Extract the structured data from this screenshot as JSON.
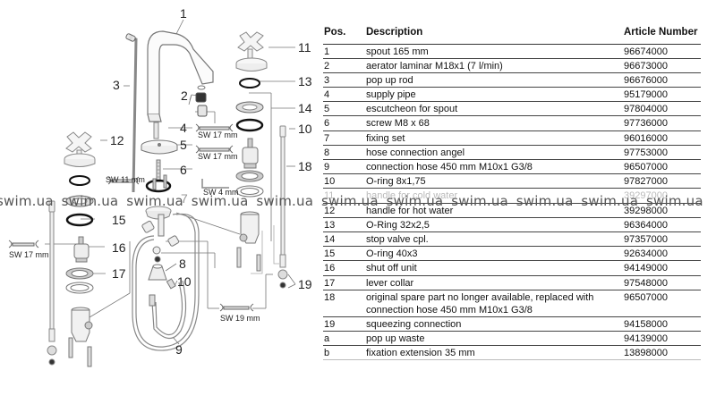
{
  "diagram": {
    "part_labels": {
      "p1": "1",
      "p2": "2",
      "p3": "3",
      "p4": "4",
      "p5": "5",
      "p6": "6",
      "p7": "7",
      "p8": "8",
      "p9": "9",
      "p10a": "10",
      "p10b": "10",
      "p11": "11",
      "p12": "12",
      "p13": "13",
      "p14": "14",
      "p15": "15",
      "p16": "16",
      "p17": "17",
      "p18": "18",
      "p19": "19"
    },
    "tool_labels": {
      "sw17_a": "SW 17 mm",
      "sw17_b": "SW 17 mm",
      "sw11": "SW 11 mm",
      "sw4": "SW 4 mm",
      "sw17_c": "SW 17 mm",
      "sw19": "SW 19 mm"
    }
  },
  "table": {
    "headers": {
      "pos": "Pos.",
      "description": "Description",
      "article": "Article Number"
    },
    "rows": [
      {
        "pos": "1",
        "description": "spout 165 mm",
        "article": "96674000"
      },
      {
        "pos": "2",
        "description": "aerator laminar M18x1 (7 l/min)",
        "article": "96673000"
      },
      {
        "pos": "3",
        "description": "pop up rod",
        "article": "96676000"
      },
      {
        "pos": "4",
        "description": "supply pipe",
        "article": "95179000"
      },
      {
        "pos": "5",
        "description": "escutcheon for spout",
        "article": "97804000"
      },
      {
        "pos": "6",
        "description": "screw M8 x 68",
        "article": "97736000"
      },
      {
        "pos": "7",
        "description": "fixing set",
        "article": "96016000"
      },
      {
        "pos": "8",
        "description": "hose connection angel",
        "article": "97753000"
      },
      {
        "pos": "9",
        "description": "connection hose 450 mm  M10x1  G3/8",
        "article": "96507000"
      },
      {
        "pos": "10",
        "description": "O-ring 8x1,75",
        "article": "97827000"
      },
      {
        "pos": "11",
        "description": "handle for cold water",
        "article": "39297000"
      },
      {
        "pos": "12",
        "description": "handle for hot water",
        "article": "39298000"
      },
      {
        "pos": "13",
        "description": "O-Ring 32x2,5",
        "article": "96364000"
      },
      {
        "pos": "14",
        "description": "stop valve cpl.",
        "article": "97357000"
      },
      {
        "pos": "15",
        "description": "O-ring 40x3",
        "article": "92634000"
      },
      {
        "pos": "16",
        "description": "shut off unit",
        "article": "94149000"
      },
      {
        "pos": "17",
        "description": "lever collar",
        "article": "97548000"
      },
      {
        "pos": "18",
        "description": "original spare part no longer available, replaced with connection hose 450 mm  M10x1  G3/8",
        "article": "96507000"
      },
      {
        "pos": "19",
        "description": "squeezing connection",
        "article": "94158000"
      },
      {
        "pos": "a",
        "description": "pop up waste",
        "article": "94139000"
      },
      {
        "pos": "b",
        "description": "fixation extension 35 mm",
        "article": "13898000"
      }
    ]
  },
  "watermark": {
    "text": "swim.ua",
    "repeat_count": 11
  }
}
